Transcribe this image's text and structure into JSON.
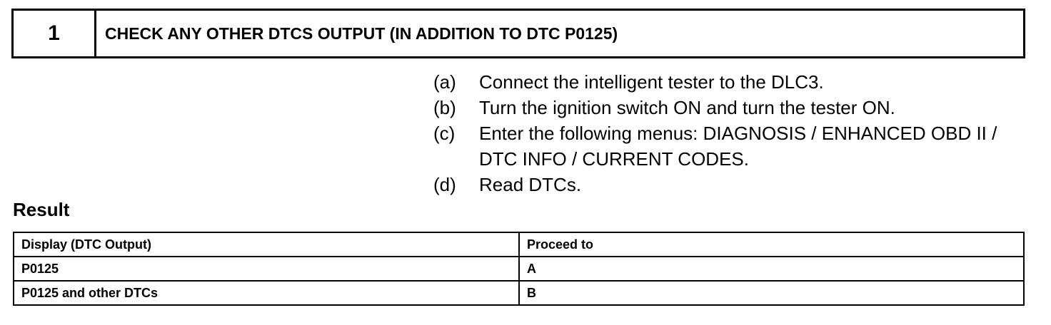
{
  "step": {
    "number": "1",
    "title": "CHECK ANY OTHER DTCS OUTPUT (IN ADDITION TO DTC P0125)"
  },
  "instructions": [
    {
      "letter": "(a)",
      "text": "Connect the intelligent tester to the DLC3."
    },
    {
      "letter": "(b)",
      "text": "Turn the ignition switch ON and turn the tester ON."
    },
    {
      "letter": "(c)",
      "text": "Enter the following menus: DIAGNOSIS / ENHANCED OBD II / DTC INFO / CURRENT CODES."
    },
    {
      "letter": "(d)",
      "text": "Read DTCs."
    }
  ],
  "result": {
    "heading": "Result",
    "columns": [
      "Display (DTC Output)",
      "Proceed to"
    ],
    "rows": [
      [
        "P0125",
        "A"
      ],
      [
        "P0125 and other DTCs",
        "B"
      ]
    ]
  }
}
